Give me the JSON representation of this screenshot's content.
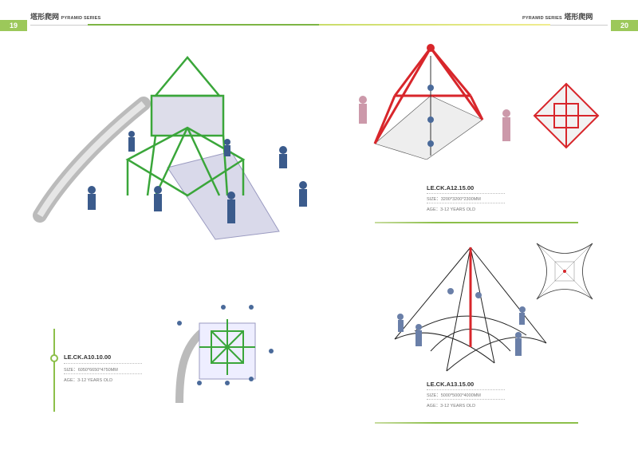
{
  "header_left": {
    "page_number": "19",
    "title_cn": "塔形爬网",
    "title_en": "PYRAMID SERIES"
  },
  "header_right": {
    "page_number": "20",
    "title_cn": "塔形爬网",
    "title_en": "PYRAMID SERIES"
  },
  "products": [
    {
      "code": "LE.CK.A10.10.00",
      "size": "SIZE：6050*6650*4750MM",
      "age": "AGE：3-12 YEARS OLD",
      "frame_color": "#3aa63a"
    },
    {
      "code": "LE.CK.A12.15.00",
      "size": "SIZE：3200*3200*2300MM",
      "age": "AGE：3-12 YEARS OLD",
      "frame_color": "#d8262b"
    },
    {
      "code": "LE.CK.A13.15.00",
      "size": "SIZE：5000*5000*4000MM",
      "age": "AGE：3-12 YEARS OLD",
      "frame_color": "#d8262b"
    }
  ],
  "colors": {
    "accent_green": "#8cbf4a",
    "accent_yellow": "#e8e070"
  }
}
